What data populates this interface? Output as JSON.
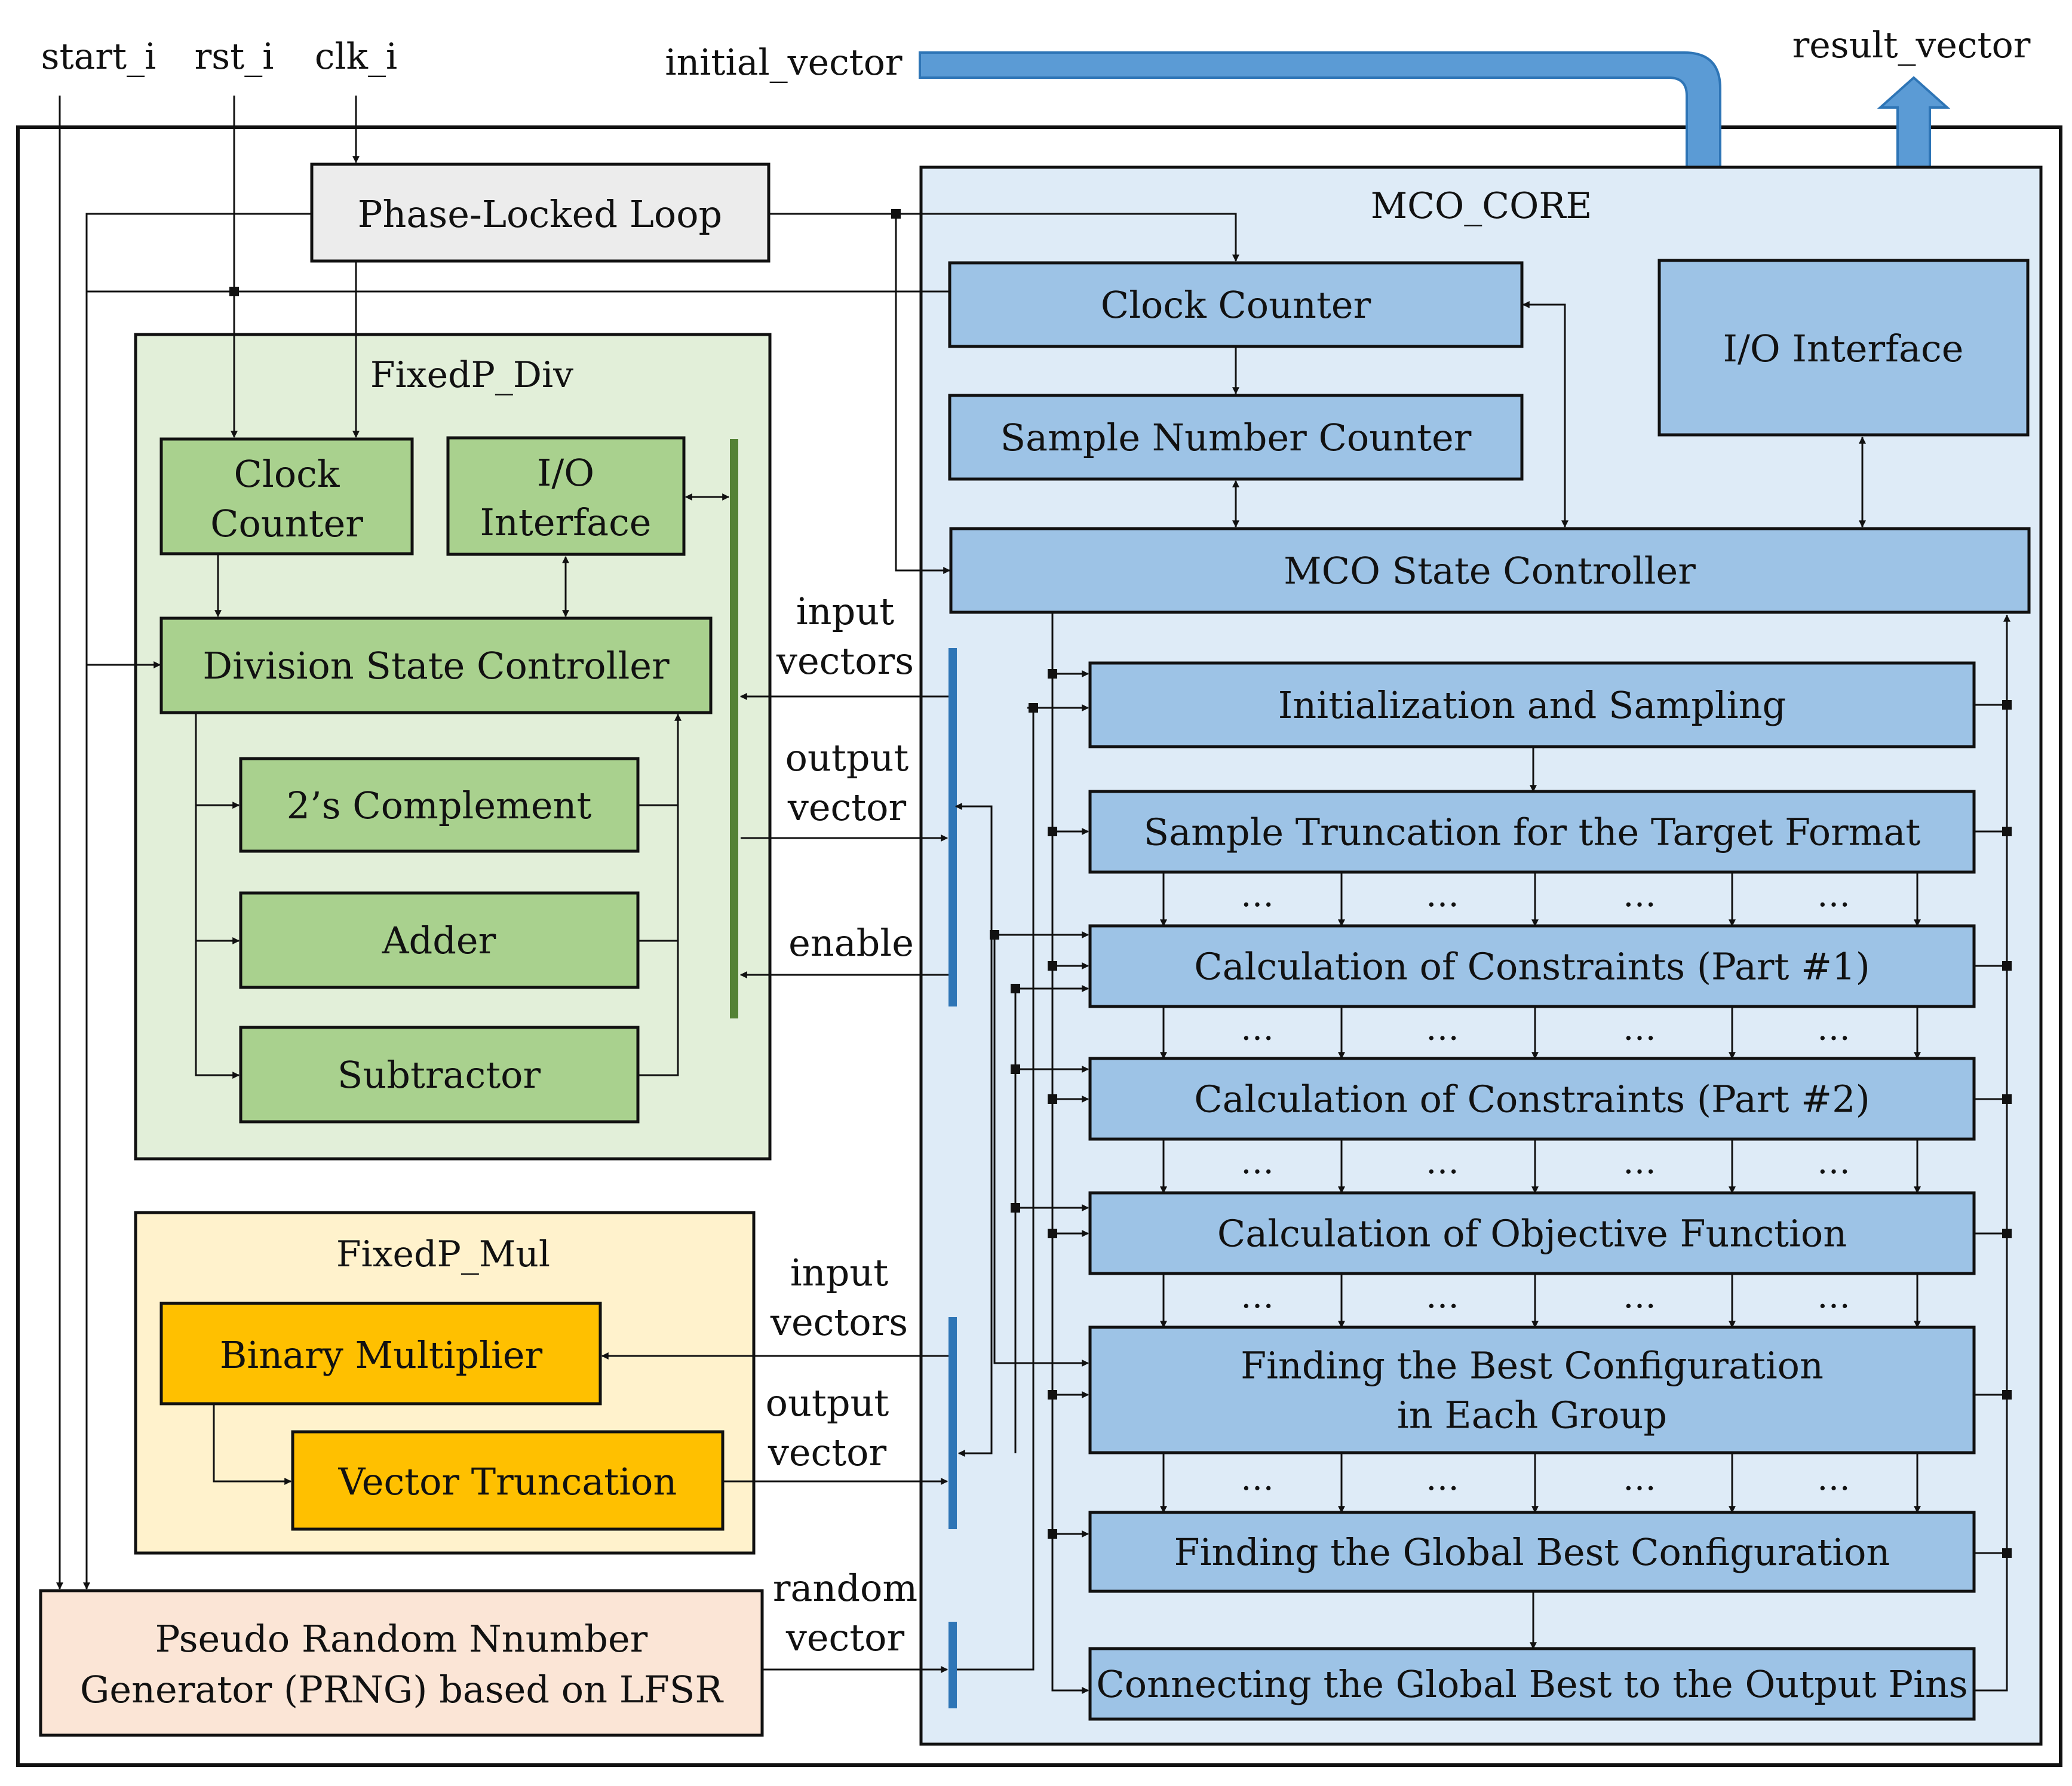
{
  "signals": {
    "start_i": "start_i",
    "rst_i": "rst_i",
    "clk_i": "clk_i",
    "initial_vector": "initial_vector",
    "result_vector": "result_vector"
  },
  "pll": {
    "label": "Phase-Locked Loop"
  },
  "fixedp_div": {
    "title": "FixedP_Div",
    "clock_counter": [
      "Clock",
      "Counter"
    ],
    "io_interface": [
      "I/O",
      "Interface"
    ],
    "state_controller": "Division State Controller",
    "complement": "2’s Complement",
    "adder": "Adder",
    "subtractor": "Subtractor"
  },
  "fixedp_mul": {
    "title": "FixedP_Mul",
    "binary_multiplier": "Binary Multiplier",
    "vector_truncation": "Vector Truncation"
  },
  "prng": {
    "label": [
      "Pseudo Random Nnumber",
      "Generator (PRNG) based on LFSR"
    ]
  },
  "bus_labels": {
    "div_input": [
      "input",
      "vectors"
    ],
    "div_output": [
      "output",
      "vector"
    ],
    "div_enable": "enable",
    "mul_input": [
      "input",
      "vectors"
    ],
    "mul_output": [
      "output",
      "vector"
    ],
    "prng_random": [
      "random",
      "vector"
    ]
  },
  "mco_core": {
    "title": "MCO_CORE",
    "clock_counter": "Clock Counter",
    "sample_number_counter": "Sample Number Counter",
    "io_interface": "I/O Interface",
    "state_controller": "MCO State Controller",
    "stages": [
      [
        "Initialization and Sampling"
      ],
      [
        "Sample Truncation for the Target Format"
      ],
      [
        "Calculation of Constraints (Part #1)"
      ],
      [
        "Calculation of Constraints (Part #2)"
      ],
      [
        "Calculation of Objective Function"
      ],
      [
        "Finding the Best Configuration",
        "in Each Group"
      ],
      [
        "Finding the Global Best Configuration"
      ],
      [
        "Connecting the Global Best to the Output Pins"
      ]
    ],
    "ellipsis": "…"
  },
  "colors": {
    "line": "#111111",
    "pll_fill": "#ececec",
    "div_bg": "#e2efd9",
    "div_block": "#a9d18e",
    "div_bus": "#548235",
    "mul_bg": "#fff2cc",
    "mul_block": "#ffc000",
    "prng_fill": "#fbe5d6",
    "mco_bg": "#deebf7",
    "mco_block": "#9dc3e6",
    "bus_blue": "#2e75b6",
    "big_arrow": "#5b9bd5"
  }
}
